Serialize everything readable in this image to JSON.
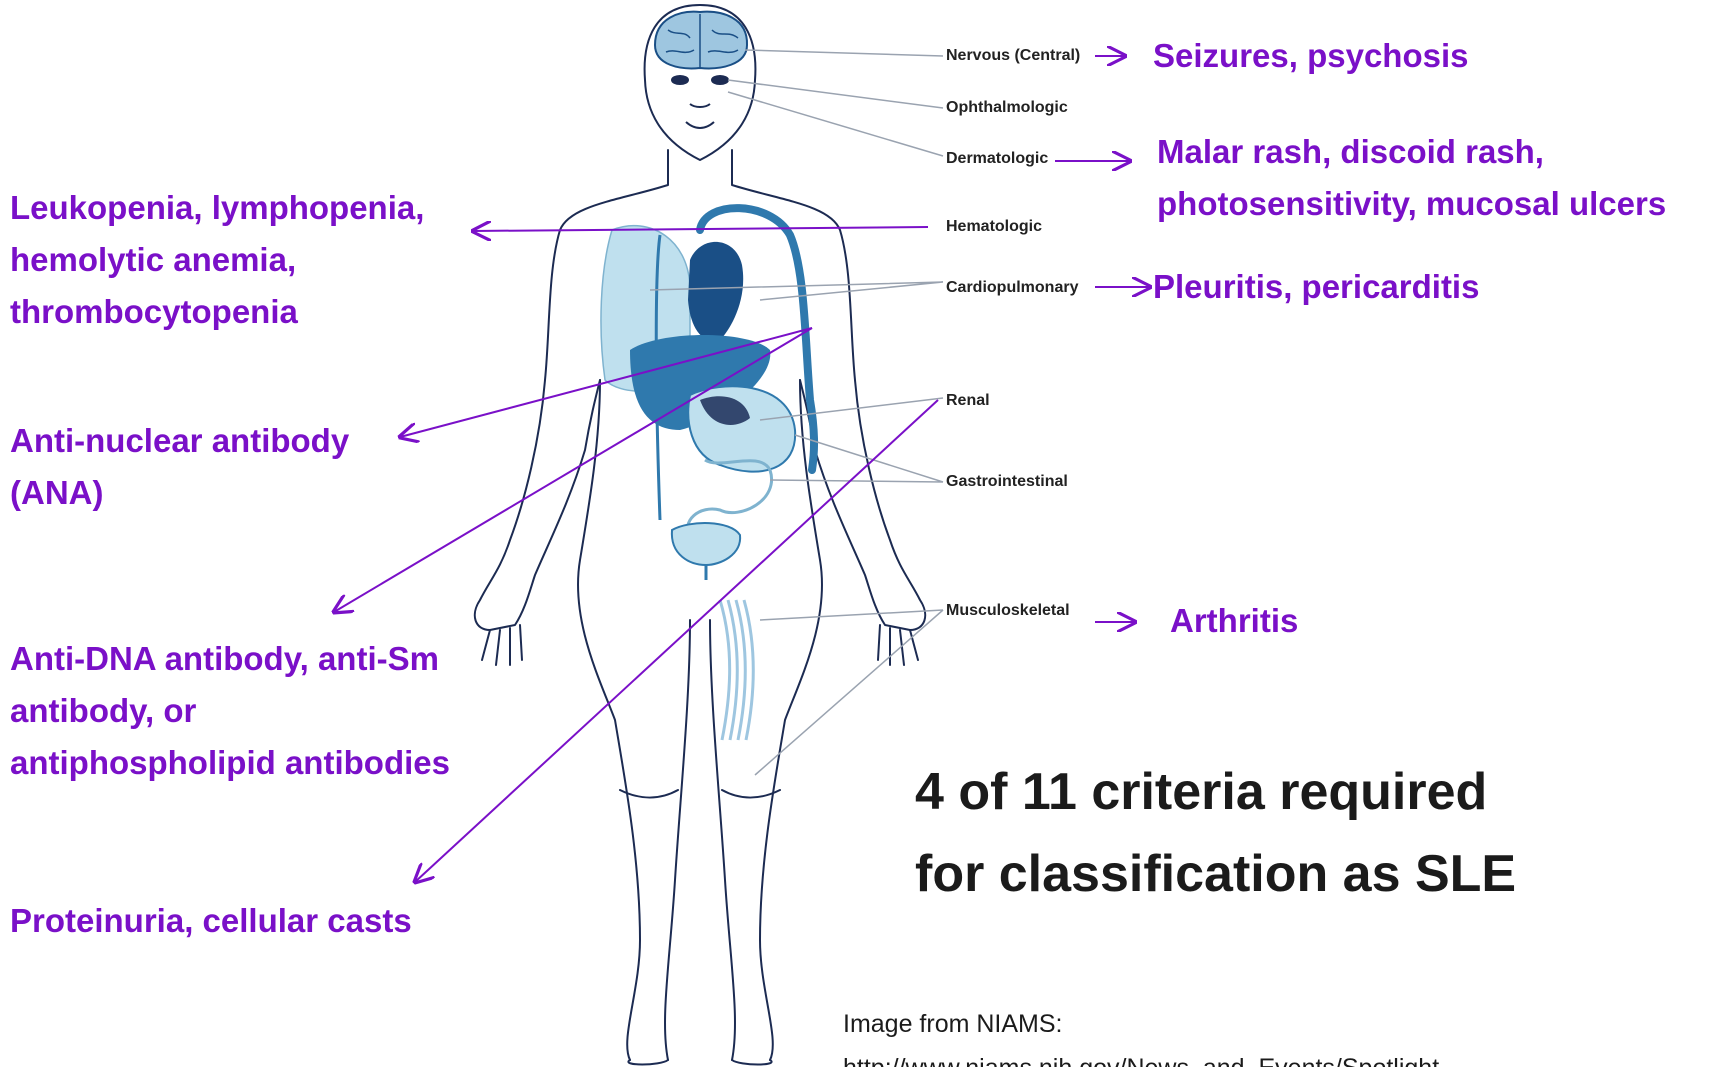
{
  "organ_labels": {
    "nervous": "Nervous (Central)",
    "ophthalmologic": "Ophthalmologic",
    "dermatologic": "Dermatologic",
    "hematologic": "Hematologic",
    "cardiopulmonary": "Cardiopulmonary",
    "renal": "Renal",
    "gastrointestinal": "Gastrointestinal",
    "musculoskeletal": "Musculoskeletal"
  },
  "criteria": {
    "neuro": "Seizures, psychosis",
    "skin_line1": "Malar rash, discoid rash,",
    "skin_line2": "photosensitivity, mucosal ulcers",
    "cardio": "Pleuritis, pericarditis",
    "arthritis": "Arthritis",
    "heme_line1": "Leukopenia, lymphopenia,",
    "heme_line2": "hemolytic anemia,",
    "heme_line3": "thrombocytopenia",
    "ana_line1": "Anti-nuclear antibody",
    "ana_line2": "(ANA)",
    "dna_line1": "Anti-DNA antibody, anti-Sm",
    "dna_line2": "antibody, or",
    "dna_line3": "antiphospholipid antibodies",
    "renal": "Proteinuria, cellular casts"
  },
  "summary": {
    "line1": "4 of 11 criteria required",
    "line2": "for classification as SLE"
  },
  "credit": {
    "line1": "Image from NIAMS:",
    "line2": "http://www.niams.nih.gov/News_and_Events/Spotlight"
  },
  "colors": {
    "accent": "#7a10c8",
    "organ_dark": "#1a4f86",
    "organ_light": "#bfe0ee",
    "outline": "#1c2b52"
  }
}
